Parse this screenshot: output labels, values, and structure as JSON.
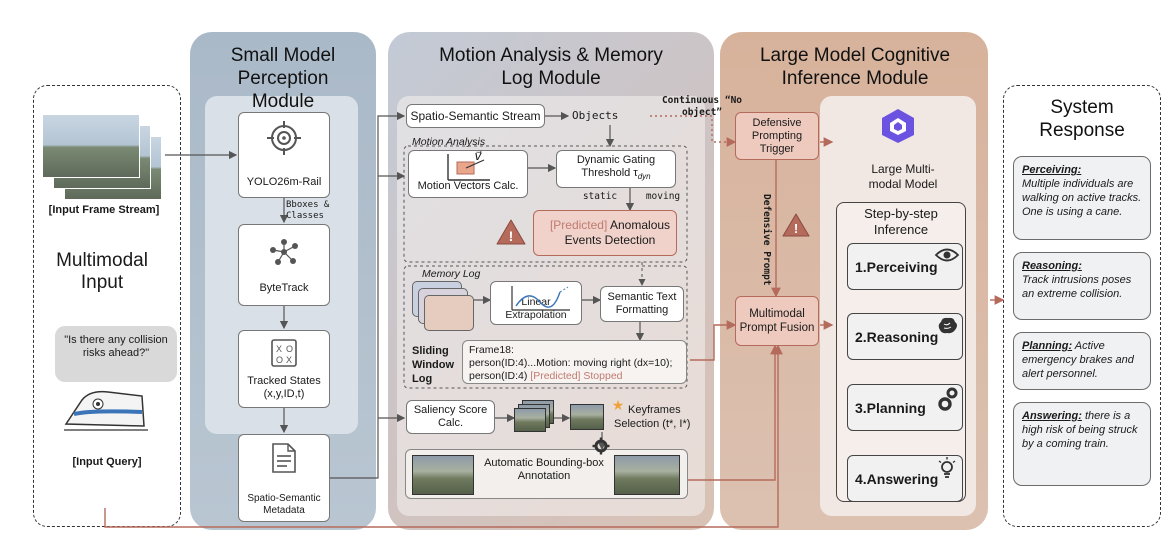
{
  "input": {
    "frame_stream": "[Input Frame Stream]",
    "multimodal": "Multimodal Input",
    "query_text": "\"Is there any collision risks ahead?\"",
    "query_label": "[Input Query]"
  },
  "small": {
    "title": "Small Model Perception Module",
    "yolo": "YOLO26m-Rail",
    "bboxes": "Bboxes & Classes",
    "bytetrack": "ByteTrack",
    "tracked": "Tracked States (x,y,ID,t)",
    "metadata": "Spatio-Semantic Metadata"
  },
  "motion": {
    "title": "Motion Analysis & Memory Log Module",
    "stream": "Spatio-Semantic Stream",
    "objects": "Objects",
    "continuous": "Continuous “No object”",
    "motion_analysis": "Motion Analysis",
    "v": "v⃗",
    "motion_vectors": "Motion Vectors Calc.",
    "gating_1": "Dynamic Gating",
    "gating_2": "Threshold τ",
    "gating_sub": "dyn",
    "static": "static",
    "moving": "moving",
    "predicted_tag": "[Predicted]",
    "anomalous_1": "Anomalous",
    "anomalous_2": "Events Detection",
    "memory_log": "Memory Log",
    "linear": "Linear Extrapolation",
    "semantic": "Semantic Text Formatting",
    "sliding": "Sliding Window Log",
    "log_1": "Frame18:",
    "log_2": "person(ID:4)...Motion: moving right (dx=10);",
    "log_3": "person(ID:4)",
    "log_3_pred": "[Predicted] Stopped",
    "saliency": "Saliency Score Calc.",
    "keyframes_1": "Keyframes",
    "keyframes_2": "Selection (t*, I*)",
    "auto_bbox": "Automatic Bounding-box Annotation"
  },
  "large": {
    "title": "Large Model Cognitive Inference Module",
    "defensive_trigger": "Defensive Prompting Trigger",
    "defensive_prompt": "Defensive Prompt",
    "fusion": "Multimodal Prompt Fusion",
    "llm": "Large Multi-modal Model",
    "stepwise": "Step-by-step Inference",
    "steps": [
      "1.Perceiving",
      "2.Reasoning",
      "3.Planning",
      "4.Answering"
    ]
  },
  "response": {
    "title": "System Response",
    "cards": [
      {
        "head": "Perceiving:",
        "body": "Multiple individuals are walking on active tracks. One is using a cane."
      },
      {
        "head": "Reasoning:",
        "body": "Track intrusions poses an extreme collision."
      },
      {
        "head": "Planning:",
        "body": "Active emergency brakes and alert personnel."
      },
      {
        "head": "Answering:",
        "body": "there is a high risk of being struck by a coming train."
      }
    ]
  },
  "colors": {
    "small_panel": "#aebdcc",
    "motion_panel": "#cdbfba",
    "large_panel": "#d9bba8",
    "red_box": "#f0d2cb",
    "red_text": "#c07b70",
    "arrow_red": "#b56b5c"
  }
}
